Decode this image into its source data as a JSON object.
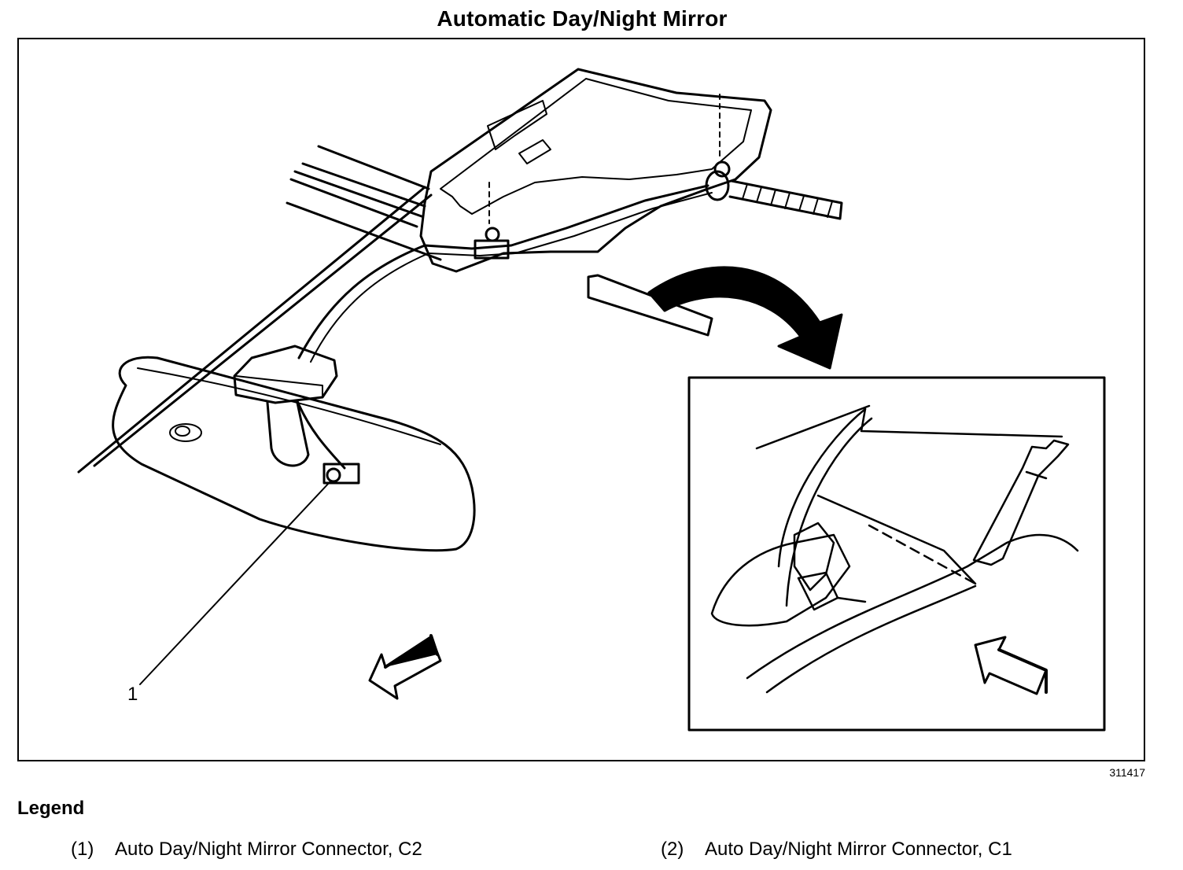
{
  "title": "Automatic Day/Night Mirror",
  "figure_id": "311417",
  "callouts": [
    {
      "label": "1"
    }
  ],
  "legend": {
    "heading": "Legend",
    "items": [
      {
        "num": "(1)",
        "text": "Auto Day/Night Mirror Connector, C2"
      },
      {
        "num": "(2)",
        "text": "Auto Day/Night Mirror Connector, C1"
      }
    ]
  }
}
